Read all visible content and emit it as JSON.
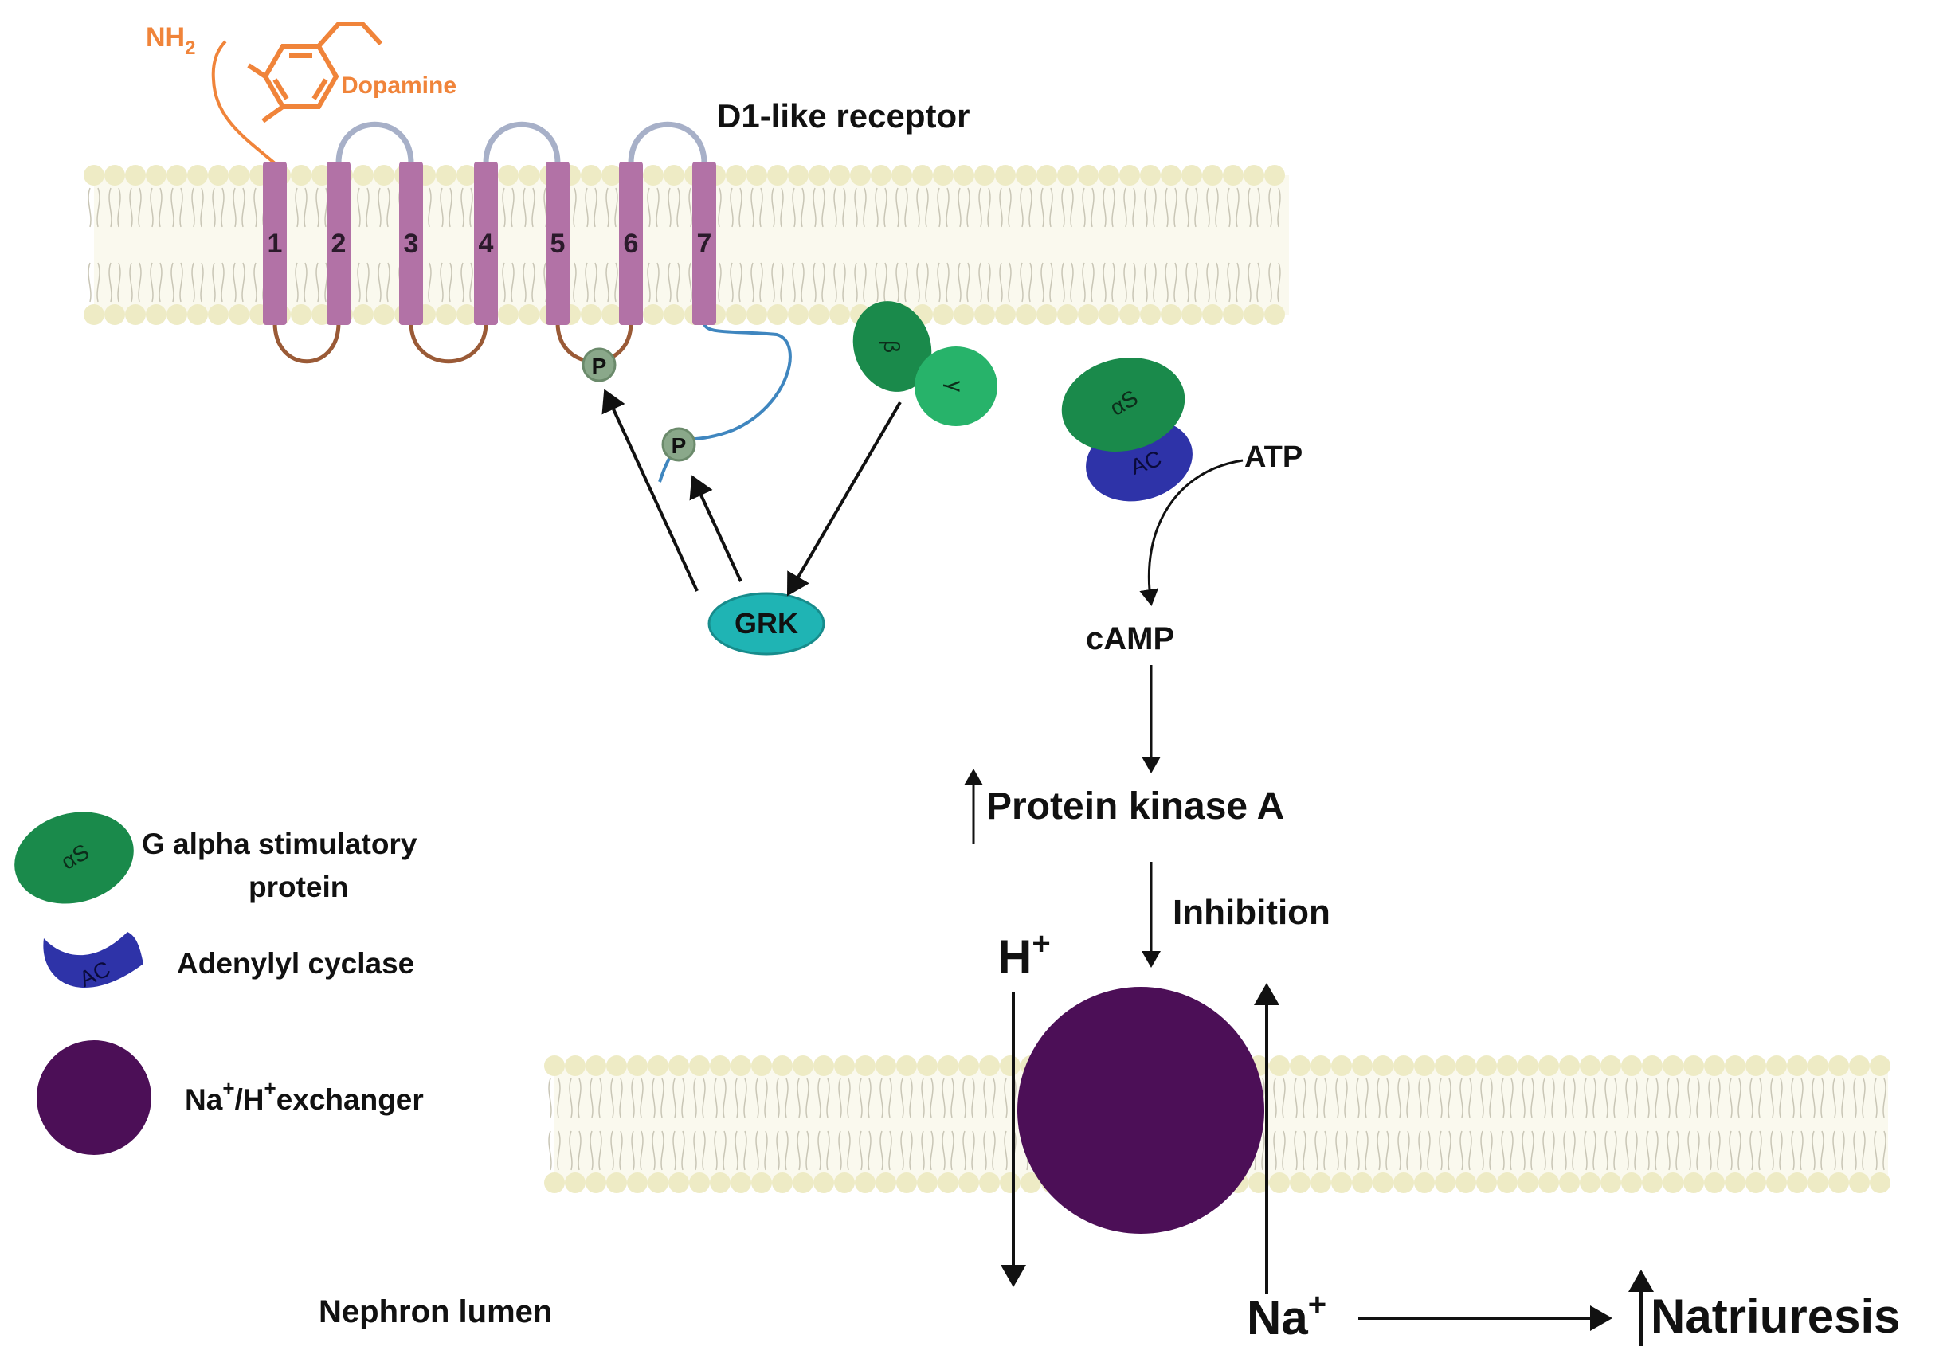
{
  "title": "D1-like receptor",
  "dopamine": {
    "amine_label": "NH",
    "amine_subscript": "2",
    "name": "Dopamine"
  },
  "helices": [
    "1",
    "2",
    "3",
    "4",
    "5",
    "6",
    "7"
  ],
  "phospho_label": "P",
  "g_beta_label": "β",
  "g_gamma_label": "γ",
  "alpha_s_label": "αS",
  "ac_label": "AC",
  "grk_label": "GRK",
  "atp_label": "ATP",
  "camp_label": "cAMP",
  "pka_label": "Protein kinase A",
  "inhibition_label": "Inhibition",
  "h_label": "H",
  "na_label": "Na",
  "ion_charge": "+",
  "natriuresis_label": "Natriuresis",
  "lumen_label": "Nephron lumen",
  "legend": {
    "galpha_line1": "G alpha stimulatory",
    "galpha_line2": "protein",
    "ac": "Adenylyl cyclase",
    "nhe_na": "Na",
    "nhe_h": "/H",
    "nhe_sup": "+",
    "nhe_rest": "exchanger"
  },
  "colors": {
    "membrane": "#eeebc5",
    "membrane_tail": "#c9c6b6",
    "helix": "#b272a6",
    "loop_extra": "#a7b0c8",
    "loop_intra": "#9a5a36",
    "dopamine": "#f0843a",
    "g_protein_dark": "#1a8a4b",
    "g_protein_light": "#27b36a",
    "adenylyl_cyclase": "#2e33a8",
    "grk": "#1fb4b4",
    "phospho": "#8aa88a",
    "exchanger": "#4c0f57",
    "c_tail": "#3f86bf"
  }
}
